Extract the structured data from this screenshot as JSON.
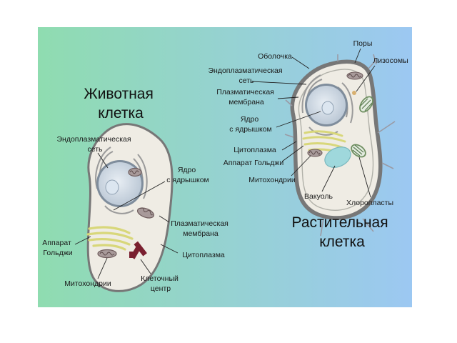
{
  "colors": {
    "background_left": "#8fdcb0",
    "background_right": "#9cc8f2",
    "cytoplasm": "#efece4",
    "cell_outline": "#777777",
    "nucleus": "#b9c6d4",
    "nucleolus": "#dce6f0",
    "er": "#9a9a9a",
    "golgi": "#d8d77a",
    "mitochondria": "#a89a9a",
    "centrosome": "#7a2030",
    "chloroplast": "#6f8f60",
    "vacuole": "#9fd8dc"
  },
  "animal": {
    "title": [
      "Животная",
      "клетка"
    ],
    "labels": {
      "er": [
        "Эндоплазматическая",
        "сеть"
      ],
      "nucleus": [
        "Ядро",
        "с ядрышком"
      ],
      "membrane": [
        "Плазматическая",
        "мембрана"
      ],
      "golgi": [
        "Аппарат",
        "Гольджи"
      ],
      "cytoplasm": "Цитоплазма",
      "mitochondria": "Митохондрии",
      "centrosome": [
        "Клеточный",
        "центр"
      ]
    }
  },
  "plant": {
    "title": [
      "Растительная",
      "клетка"
    ],
    "labels": {
      "pores": "Поры",
      "wall": "Оболочка",
      "lysosomes": "Лизосомы",
      "er": [
        "Эндоплазматическая",
        "сеть"
      ],
      "membrane": [
        "Плазматическая",
        "мембрана"
      ],
      "nucleus": [
        "Ядро",
        "с ядрышком"
      ],
      "cytoplasm": "Цитоплазма",
      "golgi": "Аппарат Гольджи",
      "mitochondria": "Митохондрии",
      "vacuole": "Вакуоль",
      "chloroplasts": "Хлоропласты"
    }
  }
}
